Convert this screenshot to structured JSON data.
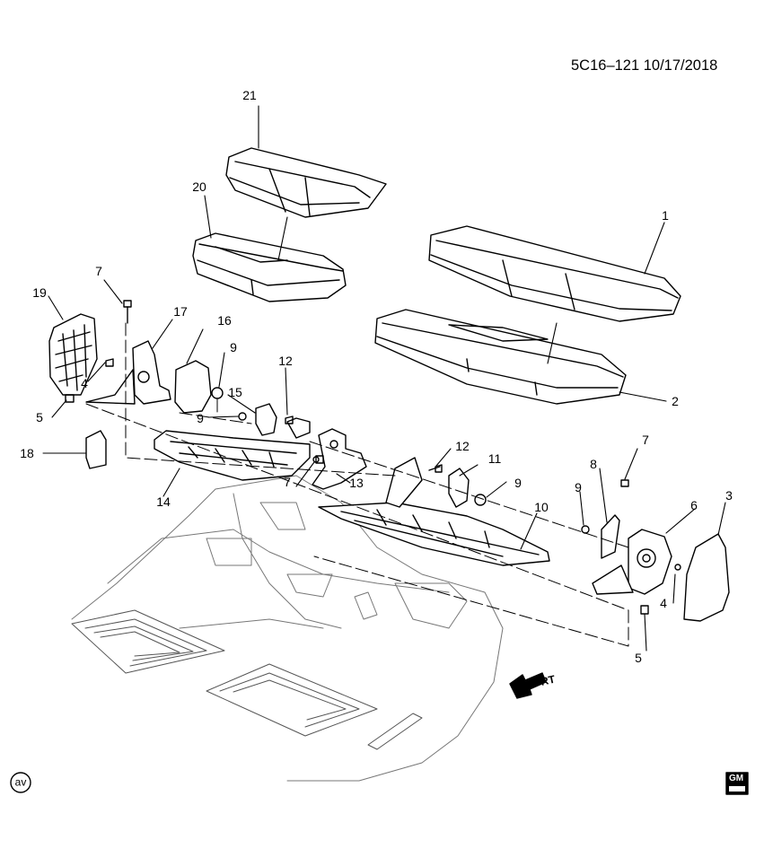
{
  "header": {
    "doc_id": "5C16–121  10/17/2018"
  },
  "callouts": [
    {
      "key": "c1",
      "label": "1"
    },
    {
      "key": "c2",
      "label": "2"
    },
    {
      "key": "c3",
      "label": "3"
    },
    {
      "key": "c4a",
      "label": "4"
    },
    {
      "key": "c4b",
      "label": "4"
    },
    {
      "key": "c5a",
      "label": "5"
    },
    {
      "key": "c5b",
      "label": "5"
    },
    {
      "key": "c6",
      "label": "6"
    },
    {
      "key": "c7a",
      "label": "7"
    },
    {
      "key": "c7b",
      "label": "7"
    },
    {
      "key": "c7c",
      "label": "7"
    },
    {
      "key": "c8",
      "label": "8"
    },
    {
      "key": "c9a",
      "label": "9"
    },
    {
      "key": "c9b",
      "label": "9"
    },
    {
      "key": "c9c",
      "label": "9"
    },
    {
      "key": "c9d",
      "label": "9"
    },
    {
      "key": "c10",
      "label": "10"
    },
    {
      "key": "c11",
      "label": "11"
    },
    {
      "key": "c12a",
      "label": "12"
    },
    {
      "key": "c12b",
      "label": "12"
    },
    {
      "key": "c13",
      "label": "13"
    },
    {
      "key": "c14",
      "label": "14"
    },
    {
      "key": "c15",
      "label": "15"
    },
    {
      "key": "c16",
      "label": "16"
    },
    {
      "key": "c17",
      "label": "17"
    },
    {
      "key": "c18",
      "label": "18"
    },
    {
      "key": "c19",
      "label": "19"
    },
    {
      "key": "c20",
      "label": "20"
    },
    {
      "key": "c21",
      "label": "21"
    }
  ],
  "direction": {
    "label": "FRT"
  },
  "footer": {
    "view_code": "av",
    "logo_text": "GM"
  },
  "colors": {
    "ink": "#000000",
    "paper": "#ffffff",
    "fill": "#ffffff"
  }
}
